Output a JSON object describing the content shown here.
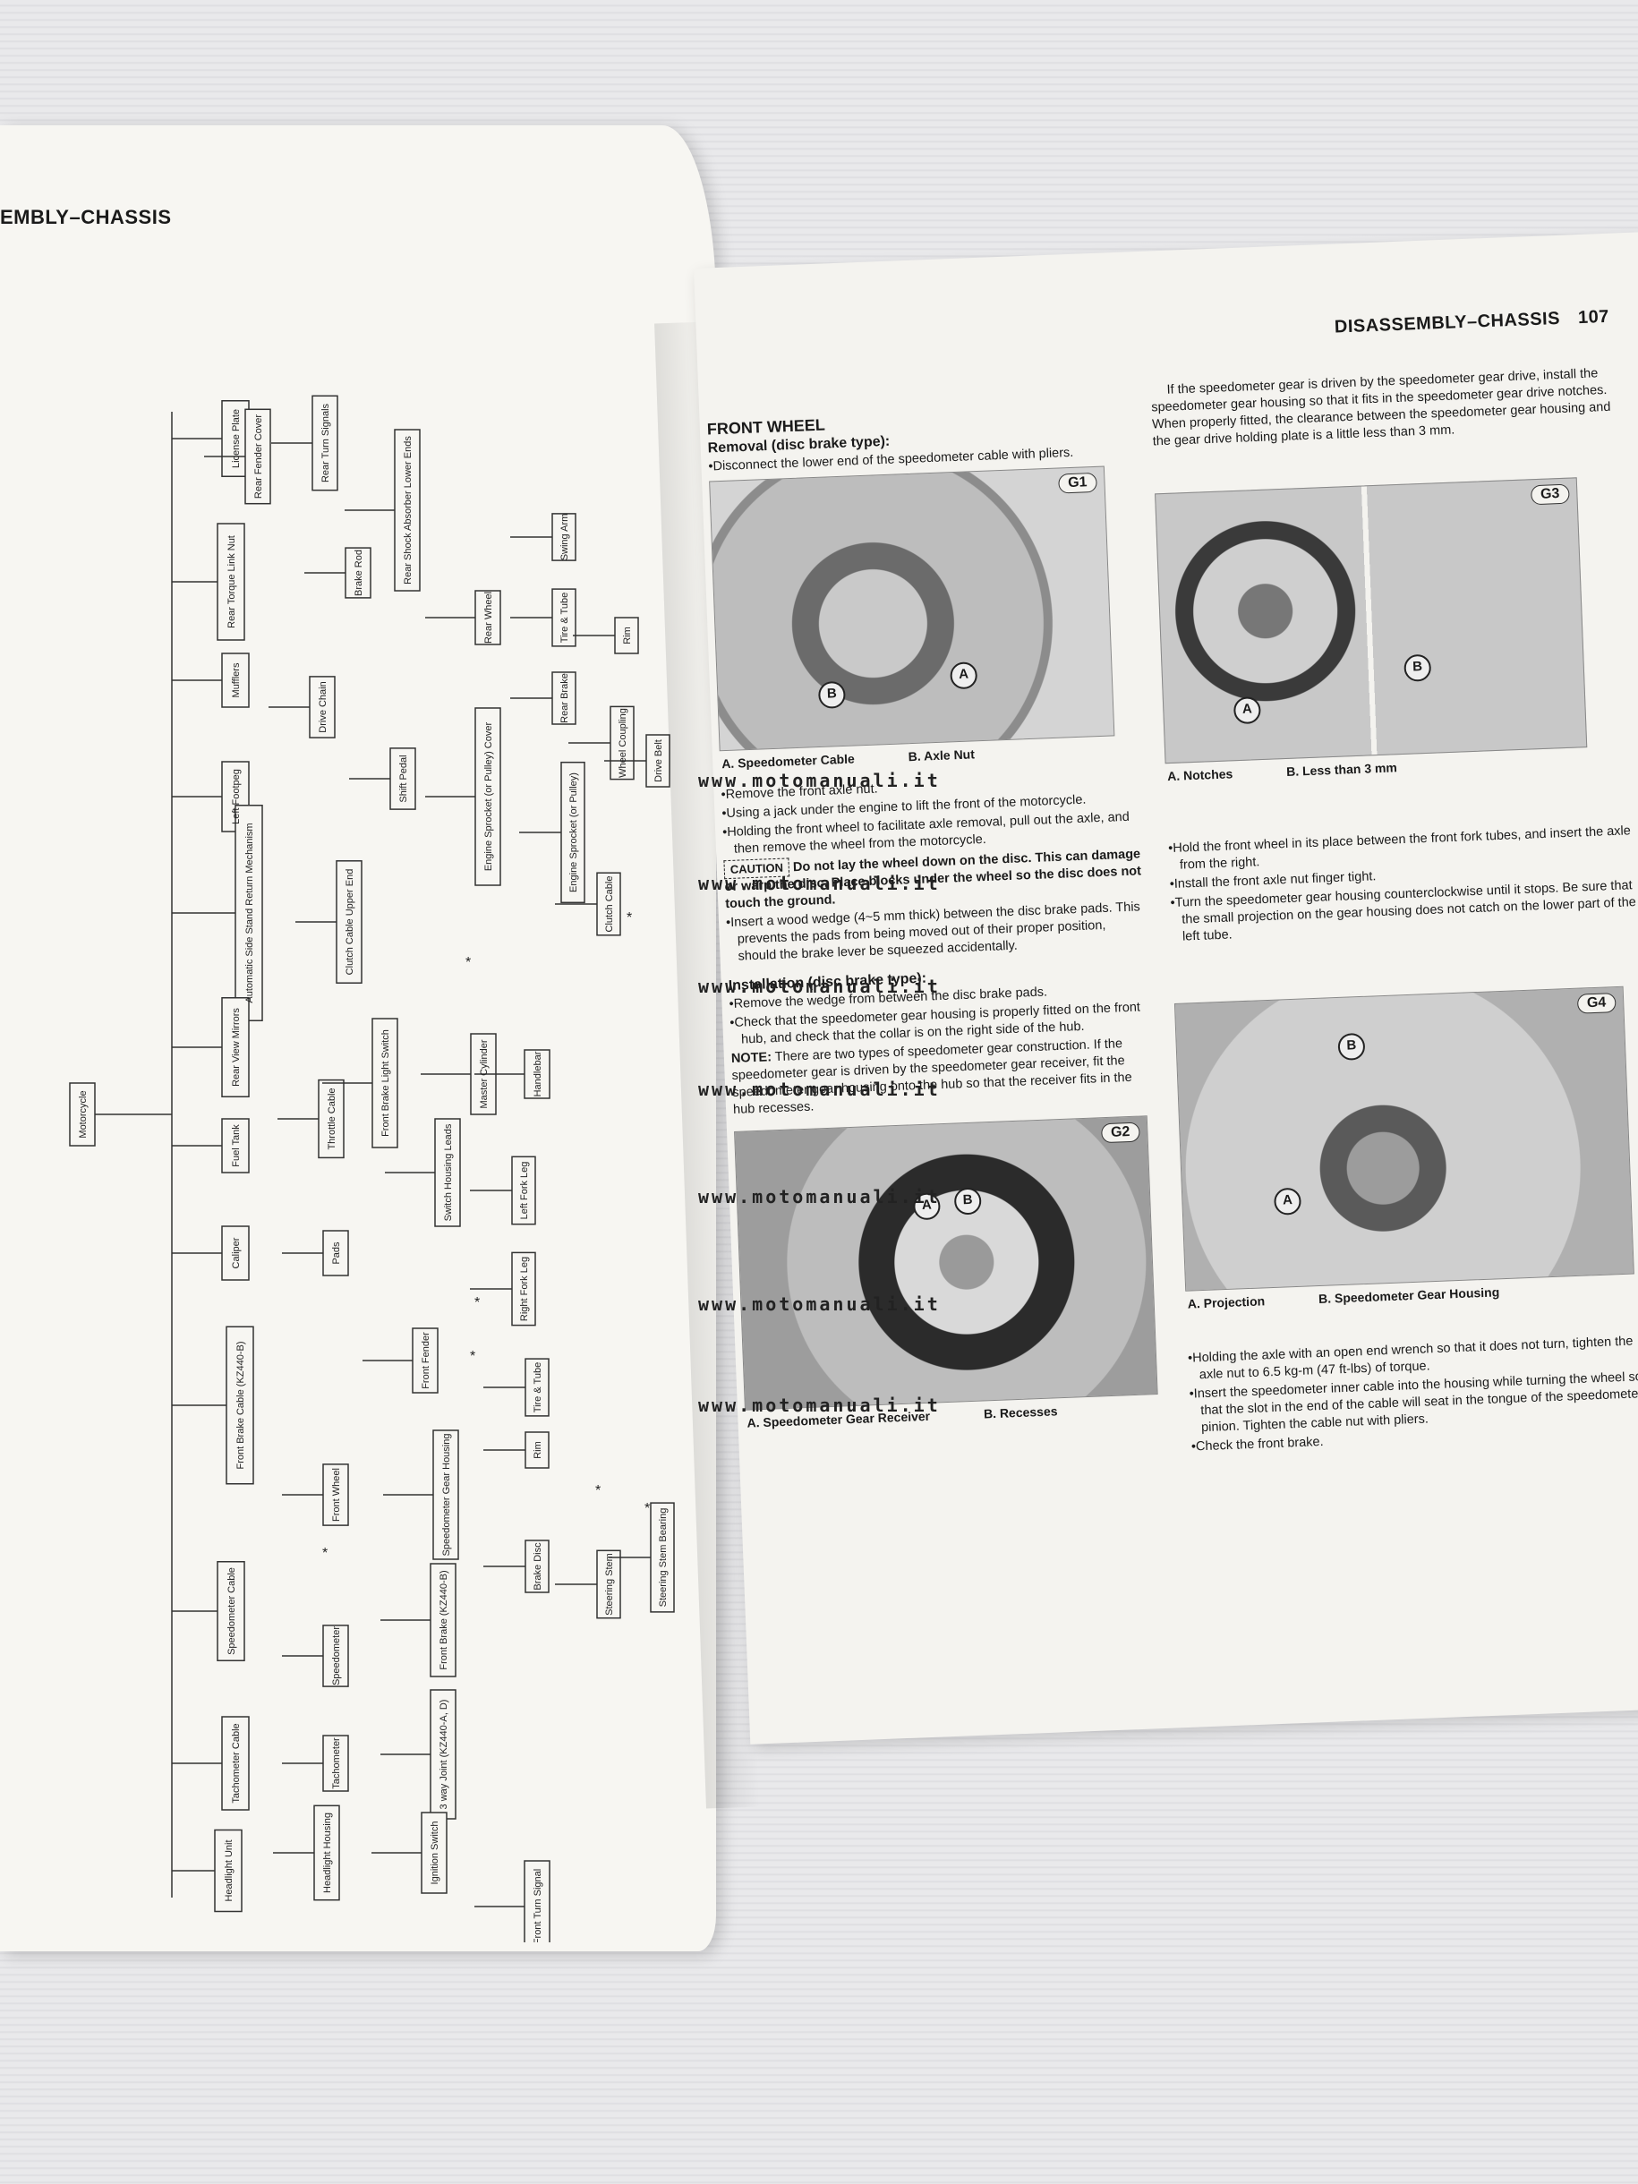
{
  "left_page": {
    "header": "EMBLY–CHASSIS",
    "diagram": {
      "root": "Motorcycle",
      "boxes": [
        "License Plate",
        "Rear Fender Cover",
        "Rear Turn Signals",
        "Rear Shock Absorber Lower Ends",
        "Rear Torque Link Nut",
        "Swing Arm",
        "Mufflers",
        "Brake Rod",
        "Rear Wheel",
        "Tire & Tube",
        "Rim",
        "Rear Brake",
        "Drive Chain",
        "Wheel Coupling",
        "Drive Belt",
        "Left Footpeg",
        "Shift Pedal",
        "Engine Sprocket (or Pulley) Cover",
        "Engine Sprocket (or Pulley)",
        "Automatic Side Stand Return Mechanism",
        "Clutch Cable Upper End",
        "Clutch Cable",
        "Rear View Mirrors",
        "Front Brake Light Switch",
        "Master Cylinder",
        "Handlebar",
        "Fuel Tank",
        "Throttle Cable",
        "Switch Housing Leads",
        "Caliper",
        "Left Fork Leg",
        "Pads",
        "Front Fender",
        "Right Fork Leg",
        "Front Brake Cable (KZ440-B)",
        "Front Wheel",
        "Tire & Tube",
        "Rim",
        "Speedometer Gear Housing",
        "Brake Disc",
        "Steering Stem",
        "Steering Stem Bearing",
        "Speedometer Cable",
        "Speedometer",
        "Front Brake (KZ440-B)",
        "Tachometer Cable",
        "Tachometer",
        "3 way Joint (KZ440-A, D)",
        "Headlight Unit",
        "Headlight Housing",
        "Ignition Switch",
        "Front Turn Signal"
      ],
      "star": "*"
    }
  },
  "right_page": {
    "header": "DISASSEMBLY–CHASSIS",
    "page_number": "107",
    "section_title": "FRONT WHEEL",
    "removal_title": "Removal (disc brake type):",
    "removal_bullets": [
      "•Disconnect the lower end of the speedometer cable with pliers.",
      "•Remove the front axle nut.",
      "•Using a jack under the engine to lift the front of the motorcycle.",
      "•Holding the front wheel to facilitate axle removal, pull out the axle, and then remove the wheel from the motorcycle."
    ],
    "caution_label": "CAUTION",
    "caution_text": "Do not lay the wheel down on the disc. This can damage or warp the disc. Place blocks under the wheel so the disc does not touch the ground.",
    "wedge_text": "•Insert a wood wedge (4~5 mm thick) between the disc brake pads. This prevents the pads from being moved out of their proper position, should the brake lever be squeezed accidentally.",
    "install_title": "Installation (disc brake type):",
    "install_bullets": [
      "•Remove the wedge from between the disc brake pads.",
      "•Check that the speedometer gear housing is properly fitted on the front hub, and check that the collar is on the right side of the hub."
    ],
    "note_label": "NOTE:",
    "note_text": "There are two types of speedometer gear construction. If the speedometer gear is driven by the speedometer gear receiver, fit the speedometer gear housing onto the hub so that the receiver fits in the hub recesses.",
    "col2_intro": "If the speedometer gear is driven by the speedometer gear drive, install the speedometer gear housing so that it fits in the speedometer gear drive notches. When properly fitted, the clearance between the speedometer gear housing and the gear drive holding plate is a little less than 3 mm.",
    "col2_bullets_a": [
      "•Hold the front wheel in its place between the front fork tubes, and insert the axle from the right.",
      "•Install the front axle nut finger tight.",
      "•Turn the speedometer gear housing counterclockwise until it stops. Be sure that the small projection on the gear housing does not catch on the lower part of the left tube."
    ],
    "col2_bullets_b": [
      "•Holding the axle with an open end wrench so that it does not turn, tighten the axle nut to 6.5 kg-m (47 ft-lbs) of torque.",
      "•Insert the speedometer inner cable into the housing while turning the wheel so that the slot in the end of the cable will seat in the tongue of the speedometer pinion. Tighten the cable nut with pliers.",
      "•Check the front brake."
    ],
    "figures": {
      "g1": {
        "tag": "G1",
        "cap_a": "A. Speedometer Cable",
        "cap_b": "B. Axle Nut",
        "marker_a": "A",
        "marker_b": "B"
      },
      "g2": {
        "tag": "G2",
        "cap_a": "A. Speedometer Gear Receiver",
        "cap_b": "B. Recesses",
        "marker_a": "A",
        "marker_b": "B"
      },
      "g3": {
        "tag": "G3",
        "cap_a": "A. Notches",
        "cap_b": "B. Less than 3 mm",
        "marker_a": "A",
        "marker_b": "B"
      },
      "g4": {
        "tag": "G4",
        "cap_a": "A. Projection",
        "cap_b": "B. Speedometer Gear Housing",
        "marker_a": "A",
        "marker_b": "B"
      }
    }
  },
  "watermark": "www.motomanuali.it"
}
